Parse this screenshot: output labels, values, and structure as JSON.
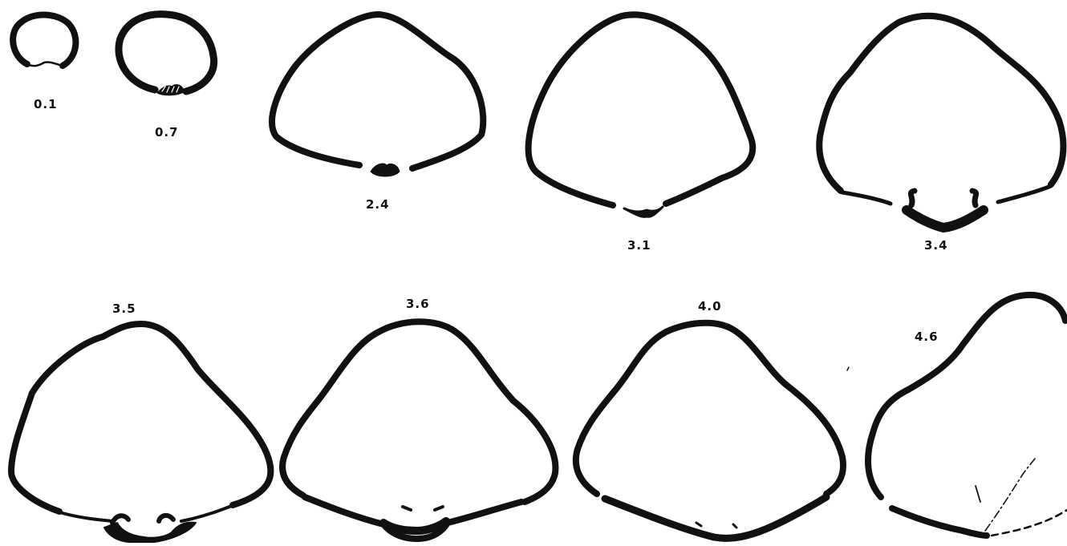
{
  "figure": {
    "stages": [
      {
        "label": "0.1"
      },
      {
        "label": "0.7"
      },
      {
        "label": "2.4"
      },
      {
        "label": "3.1"
      },
      {
        "label": "3.4"
      },
      {
        "label": "3.5"
      },
      {
        "label": "3.6"
      },
      {
        "label": "4.0"
      },
      {
        "label": "4.6"
      }
    ],
    "colors": {
      "ink": "#111111",
      "background": "#ffffff"
    }
  }
}
